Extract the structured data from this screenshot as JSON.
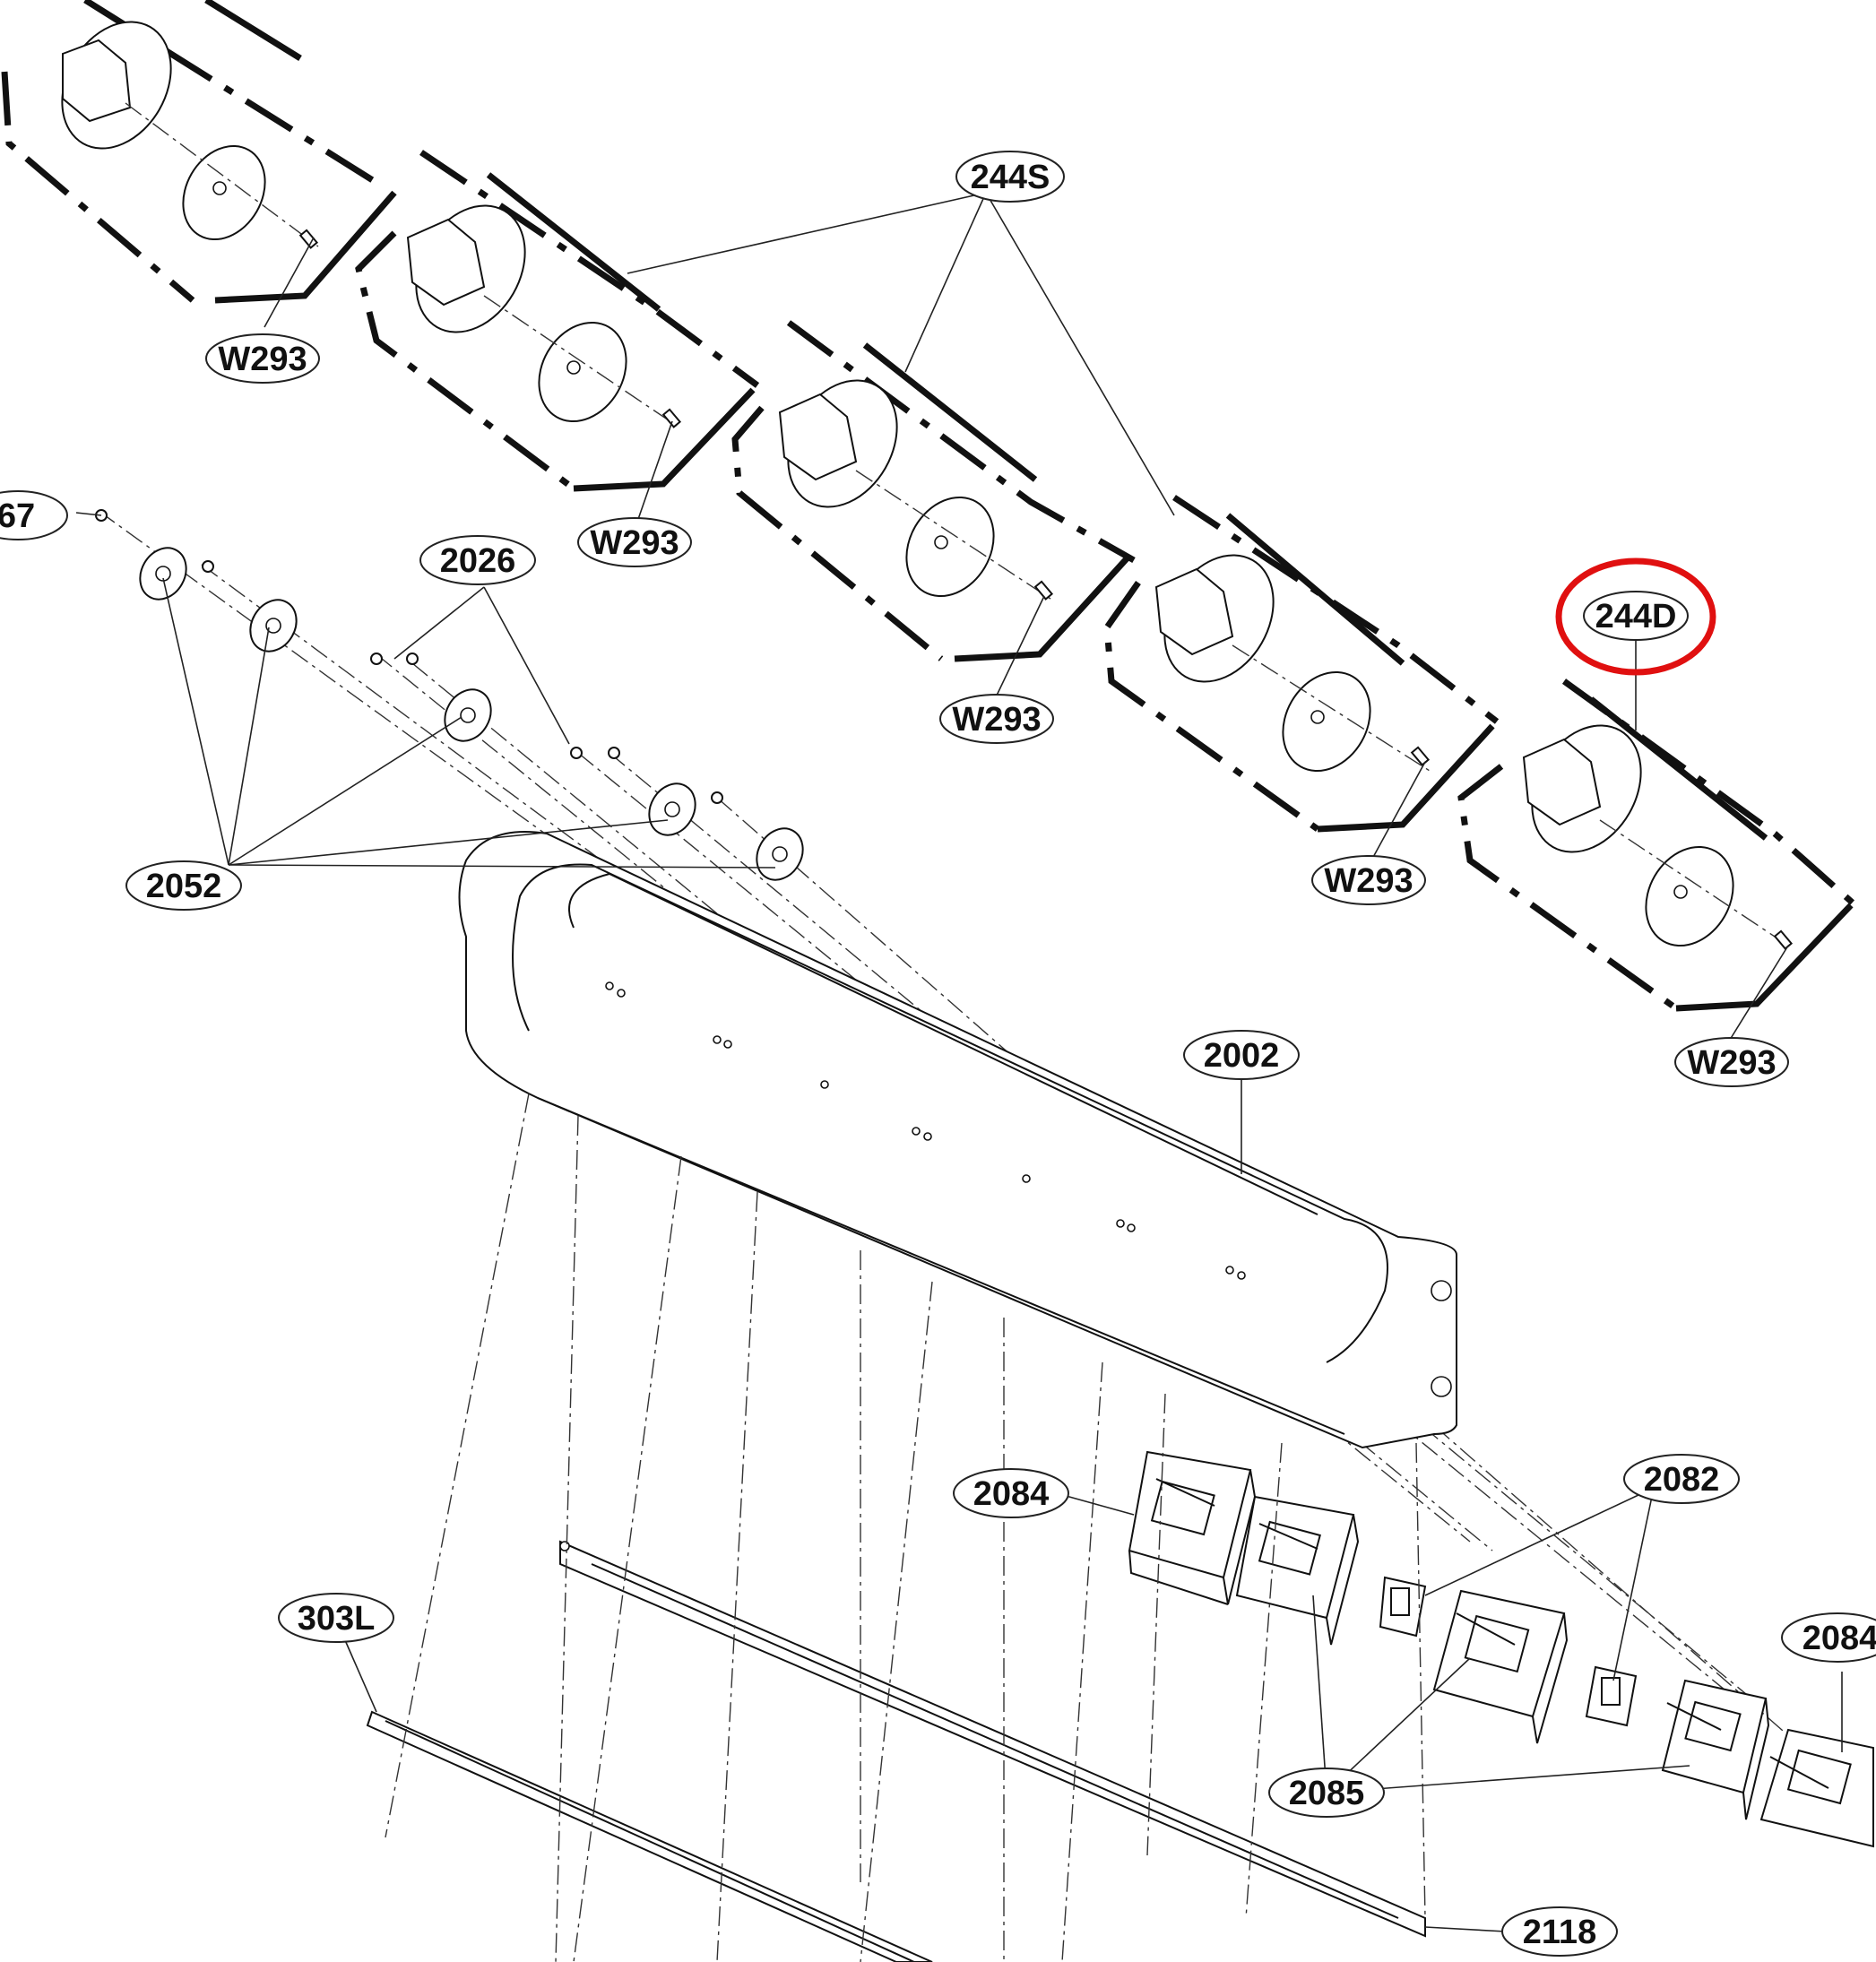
{
  "labels": {
    "knob_set_single": "244S",
    "knob_set_double": "244D",
    "screw": "W293",
    "partial_left": "67",
    "end_cap_fastener": "2026",
    "knob_washer": "2052",
    "control_panel": "2002",
    "switch_small": "2084",
    "switch_small_right": "2084",
    "thermostat": "2082",
    "switch_large": "2085",
    "trim_strip": "303L",
    "bracket": "2118"
  },
  "colors": {
    "highlight": "#e01010",
    "line": "#111111"
  }
}
